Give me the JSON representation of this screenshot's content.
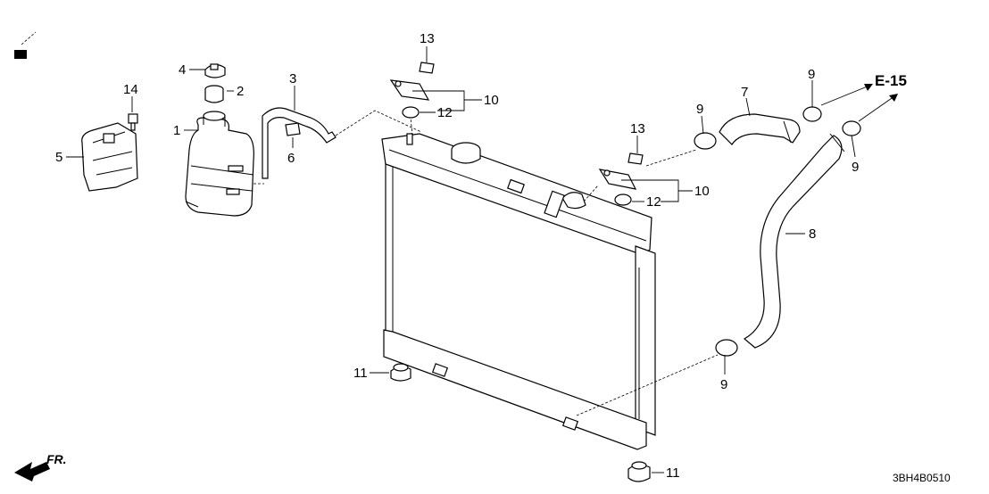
{
  "callouts": {
    "p1": "1",
    "p2": "2",
    "p3": "3",
    "p4": "4",
    "p5": "5",
    "p6": "6",
    "p7": "7",
    "p8": "8",
    "p9a": "9",
    "p9b": "9",
    "p9c": "9",
    "p9d": "9",
    "p10a": "10",
    "p10b": "10",
    "p11a": "11",
    "p11b": "11",
    "p12a": "12",
    "p12b": "12",
    "p13a": "13",
    "p13b": "13",
    "p14": "14"
  },
  "reference": "E-15",
  "front_marker": "FR.",
  "diagram_code": "3BH4B0510"
}
